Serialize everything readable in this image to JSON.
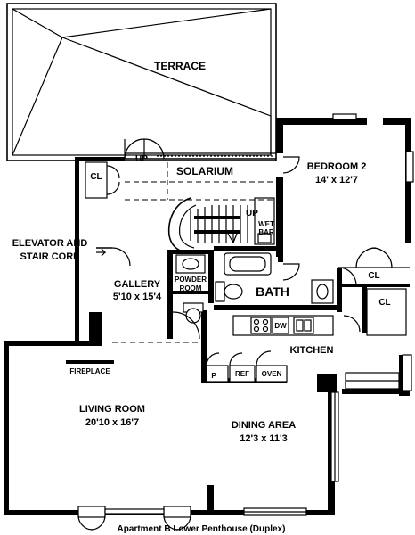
{
  "plan": {
    "caption": "Apartment B Lower Penthouse (Duplex)",
    "rooms": {
      "terrace": "TERRACE",
      "solarium": "SOLARIUM",
      "bedroom2_name": "BEDROOM 2",
      "bedroom2_dims": "14' x 12'7",
      "elevator_line1": "ELEVATOR AND",
      "elevator_line2": "STAIR CORE",
      "gallery_name": "GALLERY",
      "gallery_dims": "5'10 x 15'4",
      "powder_line1": "POWDER",
      "powder_line2": "ROOM",
      "bath": "BATH",
      "kitchen": "KITCHEN",
      "living_name": "LIVING ROOM",
      "living_dims": "20'10 x 16'7",
      "dining_name": "DINING AREA",
      "dining_dims": "12'3 x 11'3"
    },
    "fixtures": {
      "cl_left": "CL",
      "cl_bedroom": "CL",
      "cl_kitchen": "CL",
      "up_solarium": "UP",
      "up_stair": "UP",
      "wet": "WET",
      "bar": "BAR",
      "dw": "DW",
      "pantry": "P",
      "ref": "REF",
      "oven": "OVEN",
      "fireplace": "FIREPLACE"
    }
  }
}
